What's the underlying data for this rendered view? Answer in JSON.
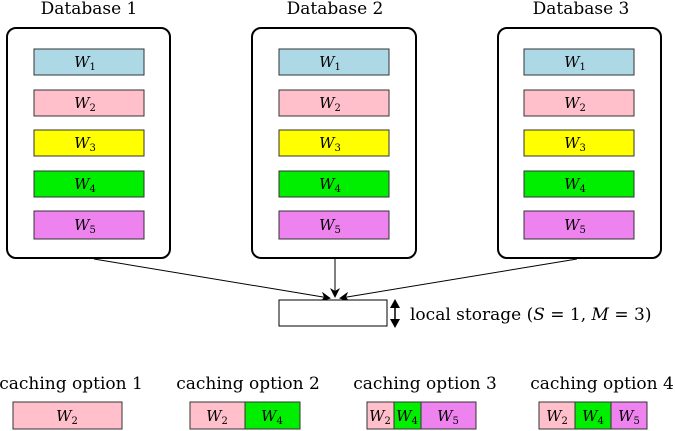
{
  "colors": {
    "W1": "#add8e6",
    "W2": "#ffc0cb",
    "W3": "#ffff00",
    "W4": "#00ee00",
    "W5": "#ee82ee"
  },
  "databases": [
    {
      "title": "Database 1",
      "items": [
        {
          "main": "W",
          "sub": "1"
        },
        {
          "main": "W",
          "sub": "2"
        },
        {
          "main": "W",
          "sub": "3"
        },
        {
          "main": "W",
          "sub": "4"
        },
        {
          "main": "W",
          "sub": "5"
        }
      ]
    },
    {
      "title": "Database 2",
      "items": [
        {
          "main": "W",
          "sub": "1"
        },
        {
          "main": "W",
          "sub": "2"
        },
        {
          "main": "W",
          "sub": "3"
        },
        {
          "main": "W",
          "sub": "4"
        },
        {
          "main": "W",
          "sub": "5"
        }
      ]
    },
    {
      "title": "Database 3",
      "items": [
        {
          "main": "W",
          "sub": "1"
        },
        {
          "main": "W",
          "sub": "2"
        },
        {
          "main": "W",
          "sub": "3"
        },
        {
          "main": "W",
          "sub": "4"
        },
        {
          "main": "W",
          "sub": "5"
        }
      ]
    }
  ],
  "local_storage": {
    "text": "local storage (",
    "S": "S",
    "eq1": " = 1, ",
    "M": "M",
    "eq2": " = 3)"
  },
  "caching_options": [
    {
      "label": "caching option 1",
      "segments": [
        {
          "main": "W",
          "sub": "2",
          "color": "#ffc0cb"
        }
      ]
    },
    {
      "label": "caching option 2",
      "segments": [
        {
          "main": "W",
          "sub": "2",
          "color": "#ffc0cb"
        },
        {
          "main": "W",
          "sub": "4",
          "color": "#00ee00"
        }
      ]
    },
    {
      "label": "caching option 3",
      "segments": [
        {
          "main": "W",
          "sub": "2",
          "color": "#ffc0cb"
        },
        {
          "main": "W",
          "sub": "4",
          "color": "#00ee00"
        },
        {
          "main": "W",
          "sub": "5",
          "color": "#ee82ee"
        }
      ]
    },
    {
      "label": "caching option 4",
      "segments": [
        {
          "main": "W",
          "sub": "2",
          "color": "#ffc0cb"
        },
        {
          "main": "W",
          "sub": "4",
          "color": "#00ee00"
        },
        {
          "main": "W",
          "sub": "5",
          "color": "#ee82ee"
        }
      ]
    }
  ]
}
